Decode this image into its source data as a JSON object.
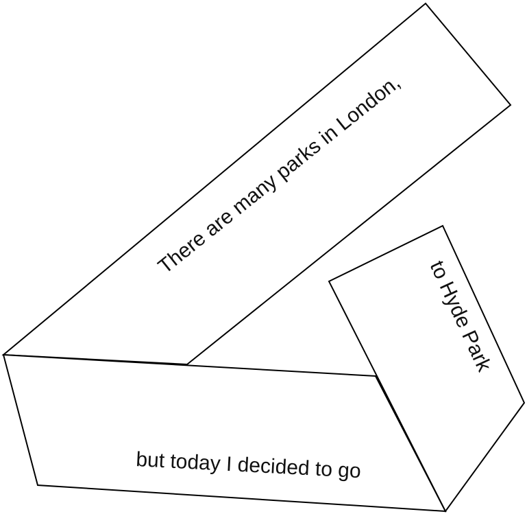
{
  "ribbon": {
    "segments": [
      {
        "id": "top",
        "text": "There are many parks in London,"
      },
      {
        "id": "bottom",
        "text": "but today I decided to go"
      },
      {
        "id": "right",
        "text": "to Hyde Park"
      }
    ]
  },
  "colors": {
    "background": "#ffffff",
    "stroke": "#000000",
    "text": "#111111"
  }
}
